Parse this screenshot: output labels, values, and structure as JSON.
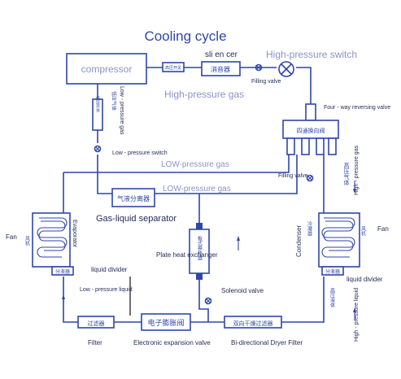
{
  "title": "Cooling cycle",
  "labels": {
    "compressor": "compressor",
    "silencer": "sli en cer",
    "high_pressure_switch": "High-pressure switch",
    "filling_valve_top": "Filling valve",
    "high_pressure_gas": "High-pressure gas",
    "low_pressure_gas_vertical": "Low - pressure gas",
    "low_pressure_switch": "Low - pressure switch",
    "low_pressure_gas_1": "LOW-pressure gas",
    "low_pressure_gas_2": "LOW-pressure gas",
    "filling_valve_mid": "Filling valve",
    "four_way_valve": "Four - way reversing valve",
    "high_pressure_gas_right": "High - pressure gas",
    "gas_liquid_separator": "Gas-liquid separator",
    "fan_left": "Fan",
    "evaporator": "Evaporator",
    "plate_heat_exchanger": "Plate heat exchanger",
    "condenser": "Condenser",
    "fan_right": "Fan",
    "liquid_divider_left": "liquid divider",
    "liquid_divider_right": "liquid divider",
    "low_pressure_liquid": "Low - pressure liquid",
    "solenoid_valve": "Solenoid valve",
    "high_pressure_liquid": "High - pressure liquid",
    "filter": "Filter",
    "electronic_expansion_valve": "Electronic expansion valve",
    "bidirectional_filter": "Bi-directional Dryer Filter"
  },
  "cn": {
    "muffler": "消音器",
    "four_way": "四通换向阀",
    "gas_liquid": "气液分离器",
    "plate_hx": "板式换热器",
    "eev": "电子膨胀阀",
    "dryer": "双向干燥过滤器",
    "strainer": "过滤器",
    "divider_left": "分液器",
    "divider_right": "分液器",
    "evaporator": "冷凝器",
    "fan_cn": "风机",
    "hp_gas_cn": "高压气体",
    "hp_liquid_cn": "高压液体",
    "lp_gas_cn": "低压气体",
    "hp_switch_cn": "高压开关",
    "lp_switch_cn": "低压开关"
  },
  "colors": {
    "line": "#2f46a8",
    "text_dark": "#1f2a55",
    "text_light": "#8a93c8"
  }
}
